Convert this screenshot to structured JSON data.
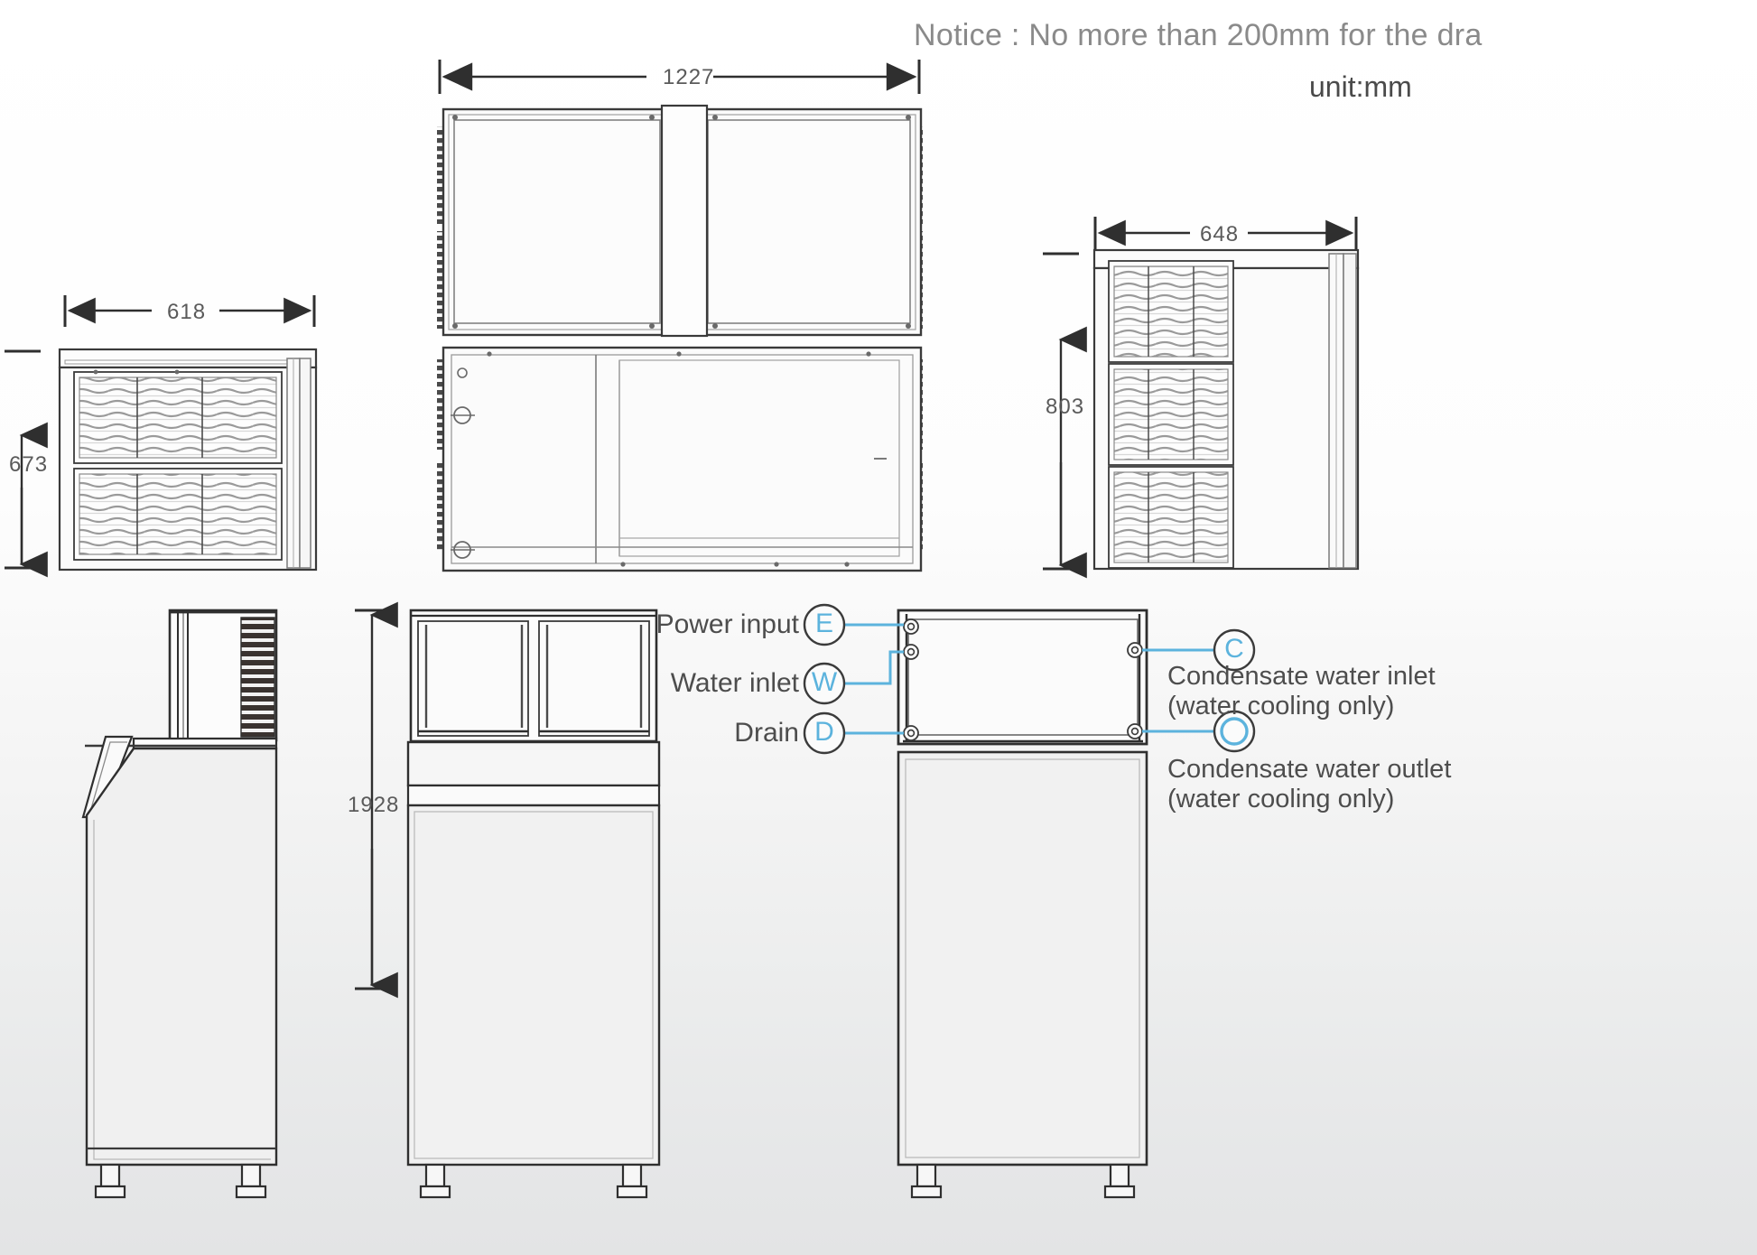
{
  "sheet": {
    "notice": "Notice : No more than 200mm for the dra",
    "unit": "unit:mm"
  },
  "dimensions": {
    "top_width": "1227",
    "left_width": "618",
    "left_height": "673",
    "right_width": "648",
    "right_height": "803",
    "front_height": "1928"
  },
  "callouts": {
    "left": [
      {
        "label": "Power input",
        "badge": "E"
      },
      {
        "label": "Water inlet",
        "badge": "W"
      },
      {
        "label": "Drain",
        "badge": "D"
      }
    ],
    "right": [
      {
        "badge": "C",
        "line1": "Condensate water inlet",
        "line2": "(water cooling only)"
      },
      {
        "badge": "ring",
        "line1": "Condensate water outlet",
        "line2": "(water cooling only)"
      }
    ]
  },
  "colors": {
    "accent_blue": "#5cb3dd",
    "badge_outline": "#3b3b3b",
    "line_dark": "#3a3a3a",
    "line_mid": "#7b7b7b",
    "line_light": "#b9b9b9",
    "text_gray": "#5a5a5a",
    "notice_gray": "#8a8a8a"
  },
  "views": [
    {
      "name": "left-side-elevation",
      "kind": "elevation",
      "grilles": 2
    },
    {
      "name": "top-plan-view",
      "kind": "plan"
    },
    {
      "name": "front-elevation-upper",
      "kind": "elevation"
    },
    {
      "name": "right-side-elevation",
      "kind": "elevation",
      "grilles": 3
    },
    {
      "name": "left-side-with-bin",
      "kind": "assembly"
    },
    {
      "name": "front-with-bin",
      "kind": "assembly"
    },
    {
      "name": "rear-with-bin",
      "kind": "assembly"
    }
  ]
}
